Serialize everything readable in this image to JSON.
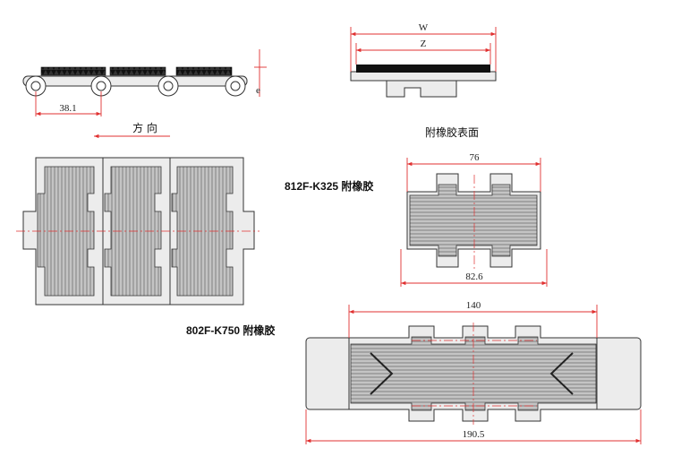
{
  "labels": {
    "pitch": "38.1",
    "thickness_symbol": "e",
    "direction": "方 向",
    "top_surface": "附橡胶表面",
    "width_symbol": "W",
    "inner_width_symbol": "Z",
    "model_812": "812F-K325 附橡胶",
    "model_802": "802F-K750  附橡胶",
    "dim_76": "76",
    "dim_82_6": "82.6",
    "dim_140": "140",
    "dim_190_5": "190.5"
  },
  "colors": {
    "dimension": "#e03030",
    "rubber": "#b9b9b9",
    "outline": "#333333"
  }
}
